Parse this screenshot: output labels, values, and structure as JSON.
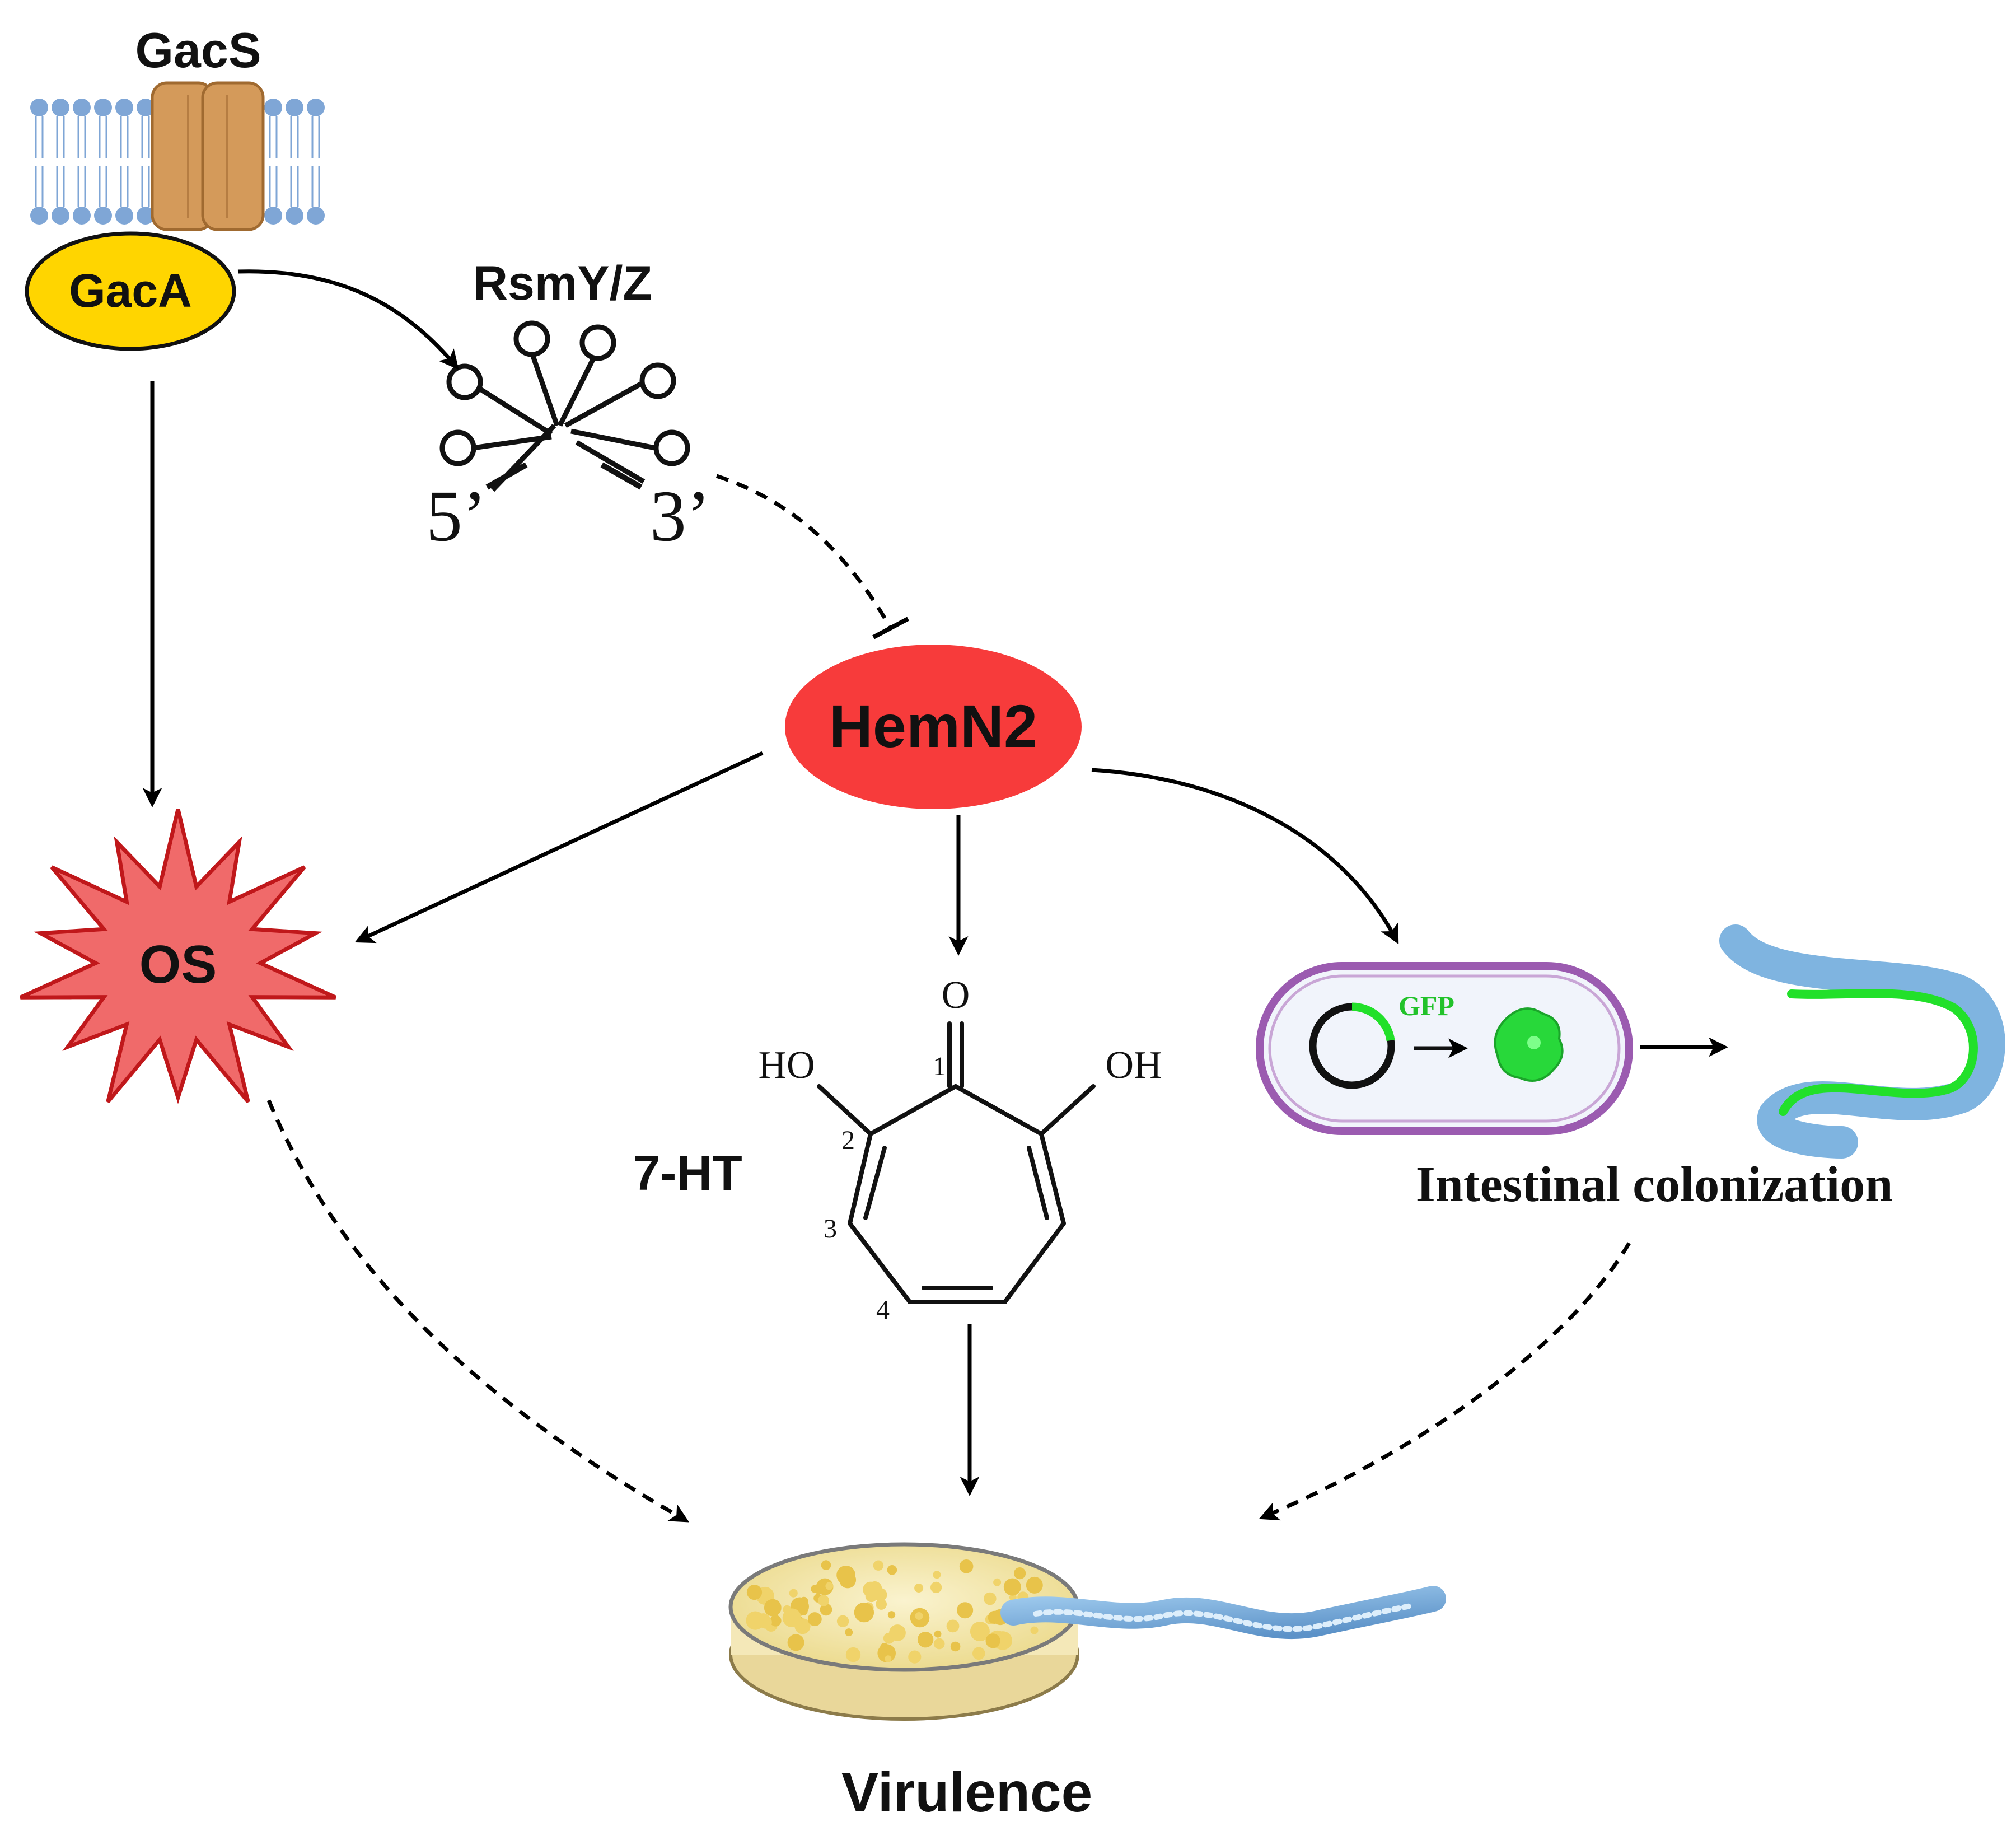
{
  "nodes": {
    "gacs": "GacS",
    "gaca": "GacA",
    "rsm": "RsmY/Z",
    "rsm_5prime": "5’",
    "rsm_3prime": "3’",
    "hemn2": "HemN2",
    "os": "OS",
    "compound": "7-HT",
    "intestinal": "Intestinal colonization",
    "virulence": "Virulence",
    "gfp": "GFP"
  },
  "molecule": {
    "o_top": "O",
    "ho_left": "HO",
    "oh_right": "OH",
    "c1": "1",
    "c2": "2",
    "c3": "3",
    "c4": "4"
  },
  "edges": [
    {
      "from": "GacA",
      "to": "RsmY/Z",
      "style": "solid",
      "effect": "activation"
    },
    {
      "from": "GacA",
      "to": "OS",
      "style": "solid",
      "effect": "activation"
    },
    {
      "from": "RsmY/Z",
      "to": "HemN2",
      "style": "dashed",
      "effect": "inhibition"
    },
    {
      "from": "HemN2",
      "to": "OS",
      "style": "solid",
      "effect": "activation"
    },
    {
      "from": "HemN2",
      "to": "7-HT",
      "style": "solid",
      "effect": "activation"
    },
    {
      "from": "HemN2",
      "to": "Intestinal colonization",
      "style": "solid",
      "effect": "activation"
    },
    {
      "from": "OS",
      "to": "Virulence",
      "style": "dashed",
      "effect": "activation"
    },
    {
      "from": "7-HT",
      "to": "Virulence",
      "style": "solid",
      "effect": "activation"
    },
    {
      "from": "Intestinal colonization",
      "to": "Virulence",
      "style": "dashed",
      "effect": "activation"
    }
  ],
  "colors": {
    "gaca_fill": "#FFD500",
    "hemn2_fill": "#F73B3B",
    "os_fill": "#F06A6A",
    "os_stroke": "#C0181B",
    "channel_fill": "#D49A5A",
    "lipid_head": "#7FA6D6",
    "gfp_green": "#22E02A",
    "worm_blue": "#7FB4E0",
    "arrow": "#000000"
  }
}
